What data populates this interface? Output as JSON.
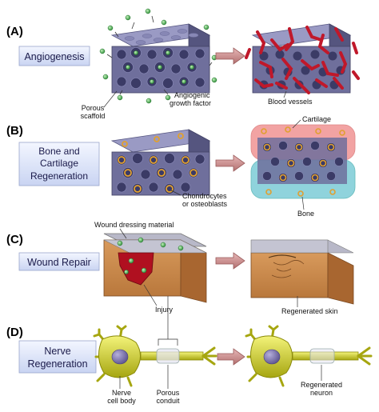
{
  "panels": [
    {
      "letter": "(A)",
      "title_lines": [
        "Angiogenesis"
      ]
    },
    {
      "letter": "(B)",
      "title_lines": [
        "Bone and",
        "Cartilage",
        "Regeneration"
      ]
    },
    {
      "letter": "(C)",
      "title_lines": [
        "Wound Repair"
      ]
    },
    {
      "letter": "(D)",
      "title_lines": [
        "Nerve",
        "Regeneration"
      ]
    }
  ],
  "labels": {
    "angiogenic_factor": [
      "Angiogenic",
      "growth factor"
    ],
    "porous_scaffold": [
      "Porous",
      "scaffold"
    ],
    "blood_vessels": "Blood vessels",
    "cartilage": "Cartilage",
    "chondrocytes": [
      "Chondrocytes",
      "or osteoblasts"
    ],
    "bone": "Bone",
    "wound_dressing": "Wound dressing material",
    "injury": "Injury",
    "regenerated_skin": "Regenerated skin",
    "nerve_cell_body": [
      "Nerve",
      "cell body"
    ],
    "porous_conduit": [
      "Porous",
      "conduit"
    ],
    "regenerated_neuron": [
      "Regenerated",
      "neuron"
    ]
  },
  "colors": {
    "scaffold": "#6f6f9c",
    "scaffold_dark": "#4a4a78",
    "pore": "#3b3b66",
    "growth_factor": "#4caf50",
    "blood_vessel": "#c0182a",
    "cell_orange": "#e0a030",
    "cartilage_pink": "#f2a3a3",
    "bone_cyan": "#8fd3dc",
    "skin_tan": "#c98a4a",
    "wound_red": "#b01020",
    "neuron_yellow": "#c8c820",
    "nucleus": "#7a6fa8",
    "title_box": "#dfe6f8",
    "arrow": "#c88a8a"
  }
}
